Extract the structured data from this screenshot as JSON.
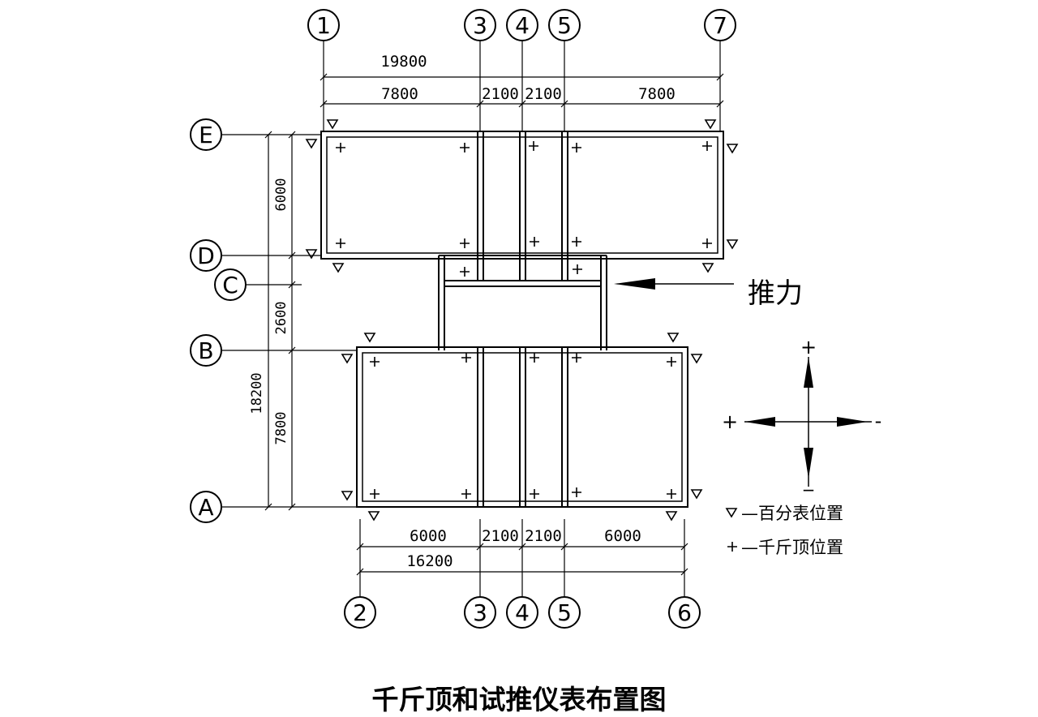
{
  "title": "千斤顶和试推仪表布置图",
  "axes_top": [
    "1",
    "3",
    "4",
    "5",
    "7"
  ],
  "axes_bottom": [
    "2",
    "3",
    "4",
    "5",
    "6"
  ],
  "axes_left": [
    "E",
    "D",
    "C",
    "B",
    "A"
  ],
  "dims_top": {
    "total": "19800",
    "left": "7800",
    "mid1": "2100",
    "mid2": "2100",
    "right": "7800"
  },
  "dims_bottom": {
    "total": "16200",
    "left": "6000",
    "mid1": "2100",
    "mid2": "2100",
    "right": "6000"
  },
  "dims_left": {
    "upper": "6000",
    "gap": "2600",
    "lower": "7800",
    "total": "18200"
  },
  "force_label": "推力",
  "legend": {
    "dial_gauge": "—百分表位置",
    "jack": "—千斤顶位置"
  },
  "signs": {
    "plus": "+",
    "minus": "—"
  }
}
